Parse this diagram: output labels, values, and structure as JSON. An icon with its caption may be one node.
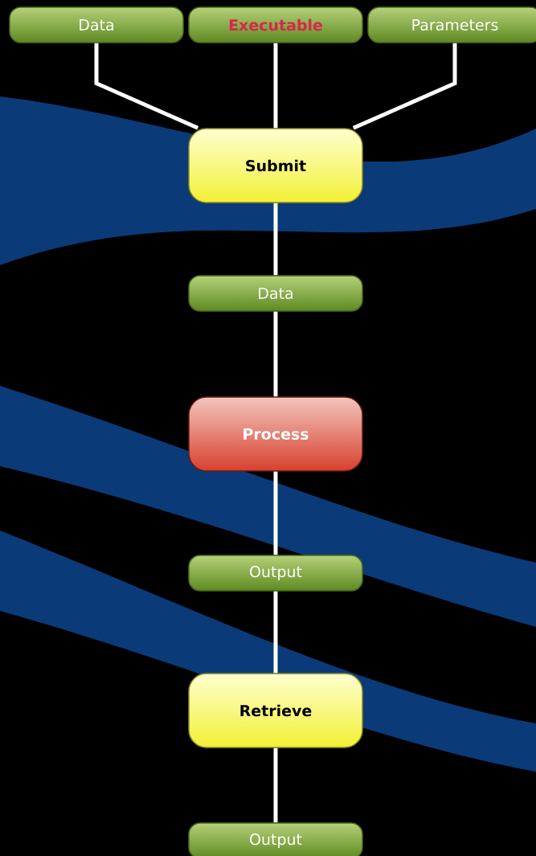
{
  "diagram": {
    "nodes": [
      {
        "text": [
          "Data"
        ]
      },
      {
        "text": [
          "Executable"
        ]
      },
      {
        "text": [
          "Parameters"
        ]
      },
      {
        "text": [
          "Submit"
        ]
      },
      {
        "text": [
          "Data"
        ]
      },
      {
        "text": [
          "Process"
        ]
      },
      {
        "text": [
          "Output"
        ]
      },
      {
        "text": [
          "Retrieve"
        ]
      },
      {
        "text": [
          "Output"
        ]
      }
    ],
    "edges": [
      {
        "from": 0,
        "to": 3,
        "arrow": "none"
      },
      {
        "from": 1,
        "to": 3,
        "arrow": "none"
      },
      {
        "from": 2,
        "to": 3,
        "arrow": "none"
      },
      {
        "from": 3,
        "to": 4,
        "arrow": "none"
      },
      {
        "from": 4,
        "to": 5,
        "arrow": "none"
      },
      {
        "from": 5,
        "to": 6,
        "arrow": "none"
      },
      {
        "from": 6,
        "to": 7,
        "arrow": "none"
      },
      {
        "from": 7,
        "to": 8,
        "arrow": "none"
      }
    ]
  }
}
